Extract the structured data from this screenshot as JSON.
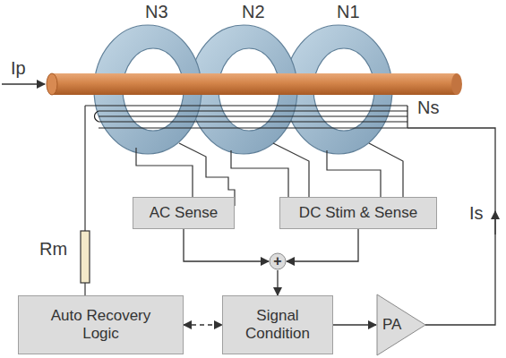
{
  "diagram": {
    "nodes": [
      {
        "text": [
          "AC Sense"
        ]
      },
      {
        "text": [
          "DC Stim & Sense"
        ]
      },
      {
        "text": [
          "+"
        ]
      },
      {
        "text": [
          "Auto Recovery Logic"
        ]
      },
      {
        "text": [
          "Signal Condition"
        ]
      },
      {
        "text": [
          "PA"
        ]
      }
    ],
    "edges": [
      {
        "from": 0,
        "to": 2,
        "arrow": "to"
      },
      {
        "from": 1,
        "to": 2,
        "arrow": "to"
      },
      {
        "from": 2,
        "to": 4,
        "arrow": "to"
      },
      {
        "from": 3,
        "to": 4,
        "arrow": "both"
      },
      {
        "from": 4,
        "to": 5,
        "arrow": "to"
      }
    ],
    "labels": [
      "N3",
      "N2",
      "N1",
      "Ip",
      "Ns",
      "Rm",
      "Is"
    ]
  }
}
